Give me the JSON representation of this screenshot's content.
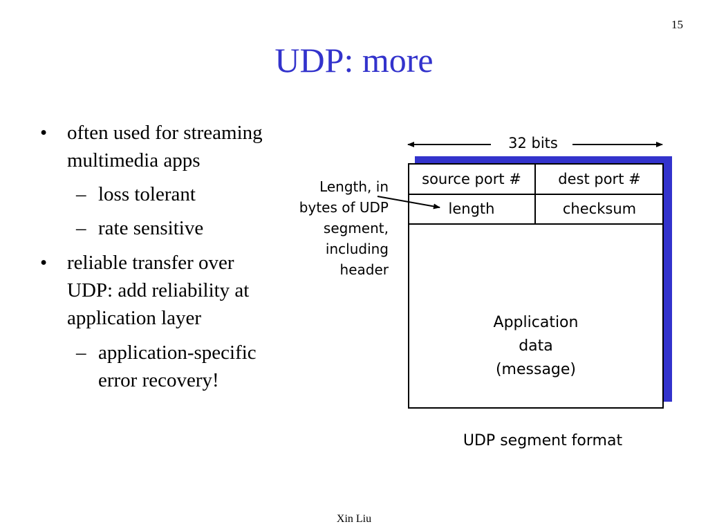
{
  "slide": {
    "page_number": "15",
    "title": "UDP: more",
    "footer": "Xin Liu"
  },
  "bullets": [
    {
      "text_lines": [
        "often used for streaming",
        "multimedia apps"
      ],
      "sub": [
        {
          "text_lines": [
            "loss tolerant"
          ]
        },
        {
          "text_lines": [
            "rate sensitive"
          ]
        }
      ]
    },
    {
      "text_lines": [
        "reliable transfer over",
        "UDP: add reliability at",
        "application layer"
      ],
      "sub": [
        {
          "text_lines": [
            "application-specific",
            "error recovery!"
          ]
        }
      ]
    }
  ],
  "bullet_glyph": "•",
  "sub_glyph": "–",
  "diagram": {
    "width_label": "32 bits",
    "fields": {
      "source_port": "source port #",
      "dest_port": "dest port #",
      "length": "length",
      "checksum": "checksum"
    },
    "payload_lines": [
      "Application",
      "data",
      "(message)"
    ],
    "annotation_lines": [
      "Length, in",
      "bytes of UDP",
      "segment,",
      "including",
      "header"
    ],
    "caption": "UDP segment format",
    "colors": {
      "title": "#3333cc",
      "box_shadow": "#3333cc",
      "border": "#000000"
    }
  }
}
